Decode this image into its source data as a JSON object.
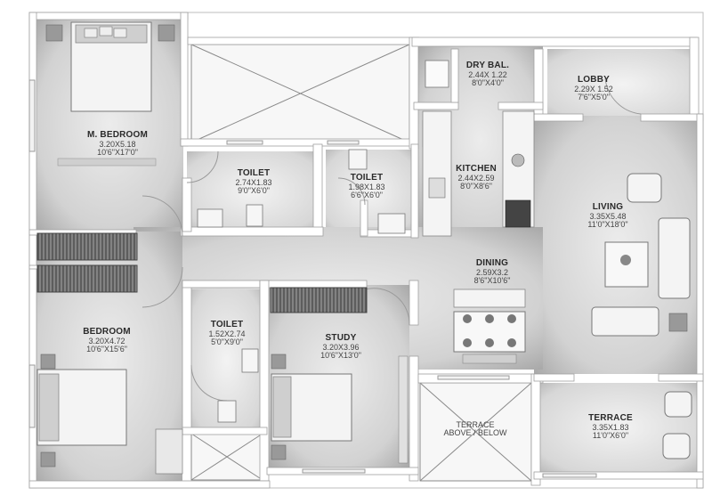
{
  "rooms": {
    "m_bedroom": {
      "name": "M. BEDROOM",
      "dim": "3.20X5.18",
      "imp": "10'6\"X17'0\""
    },
    "toilet_1": {
      "name": "TOILET",
      "dim": "2.74X1.83",
      "imp": "9'0\"X6'0\""
    },
    "toilet_2": {
      "name": "TOILET",
      "dim": "1.98X1.83",
      "imp": "6'6\"X6'0\""
    },
    "dry_bal": {
      "name": "DRY BAL.",
      "dim": "2.44X 1.22",
      "imp": "8'0\"X4'0\""
    },
    "lobby": {
      "name": "LOBBY",
      "dim": "2.29X 1.52",
      "imp": "7'6\"X5'0\""
    },
    "kitchen": {
      "name": "KITCHEN",
      "dim": "2.44X2.59",
      "imp": "8'0\"X8'6\""
    },
    "living": {
      "name": "LIVING",
      "dim": "3.35X5.48",
      "imp": "11'0\"X18'0\""
    },
    "dining": {
      "name": "DINING",
      "dim": "2.59X3.2",
      "imp": "8'6\"X10'6\""
    },
    "bedroom": {
      "name": "BEDROOM",
      "dim": "3.20X4.72",
      "imp": "10'6\"X15'6\""
    },
    "toilet_3": {
      "name": "TOILET",
      "dim": "1.52X2.74",
      "imp": "5'0\"X9'0\""
    },
    "study": {
      "name": "STUDY",
      "dim": "3.20X3.96",
      "imp": "10'6\"X13'0\""
    },
    "terrace_above": {
      "name": "TERRACE",
      "sub": "ABOVE / BELOW"
    },
    "terrace": {
      "name": "TERRACE",
      "dim": "3.35X1.83",
      "imp": "11'0\"X6'0\""
    }
  },
  "colors": {
    "wall": "#ffffff",
    "wall_edge": "#9a9a9a",
    "floor": "#dcdcdc",
    "floor_shadow": "#b8b8b8"
  }
}
